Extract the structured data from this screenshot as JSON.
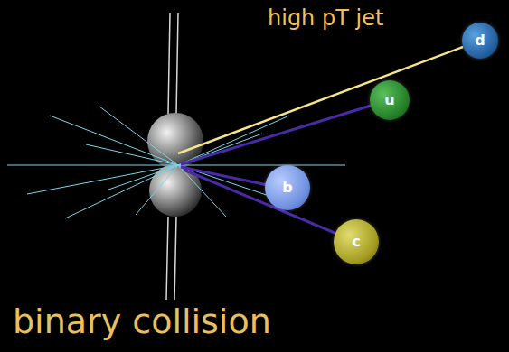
{
  "diagram": {
    "nodes": [
      {
        "text": [
          "d"
        ]
      },
      {
        "text": [
          "u"
        ]
      },
      {
        "text": [
          "b"
        ]
      },
      {
        "text": [
          "c"
        ]
      }
    ],
    "labels": [
      "high pT jet",
      "binary collision"
    ]
  }
}
